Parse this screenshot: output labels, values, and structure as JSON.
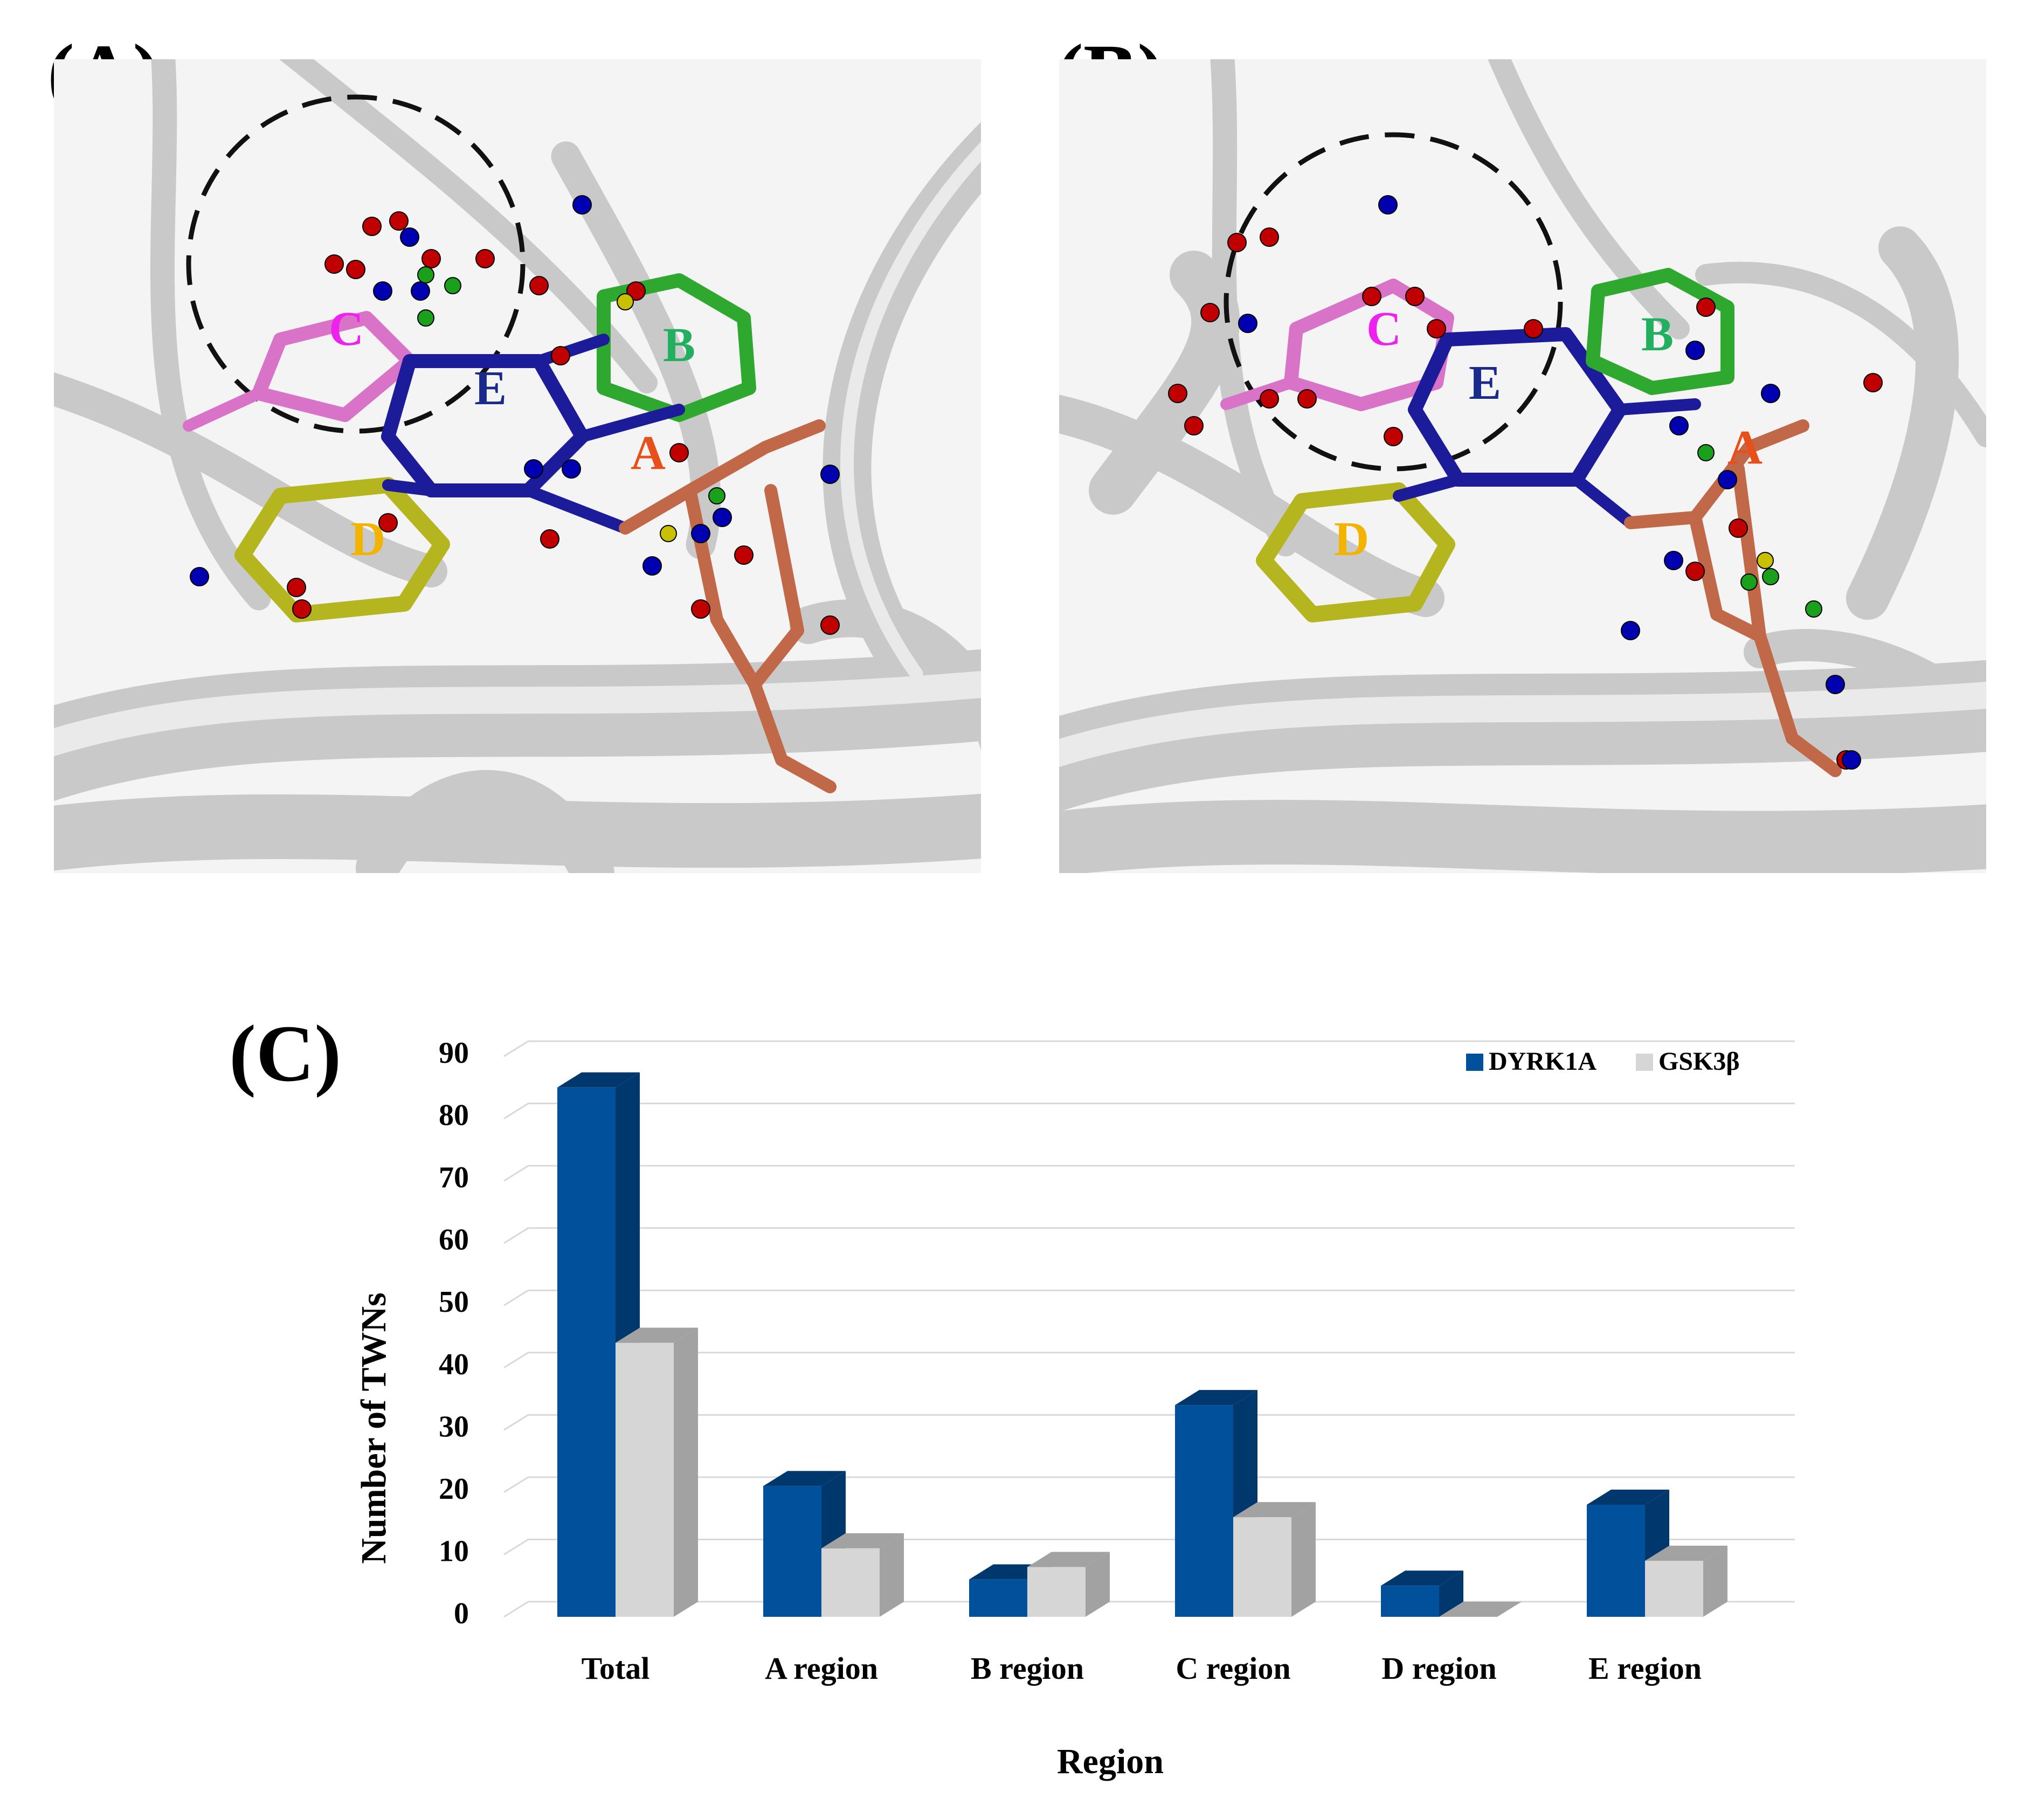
{
  "panels": {
    "a": {
      "label": "(A)"
    },
    "b": {
      "label": "(B)"
    },
    "c": {
      "label": "(C)"
    }
  },
  "rings": {
    "a": {
      "A": "A",
      "B": "B",
      "C": "C",
      "D": "D",
      "E": "E"
    },
    "b": {
      "A": "A",
      "B": "B",
      "C": "C",
      "D": "D",
      "E": "E"
    }
  },
  "colors": {
    "dyrk1a": "#00509b",
    "dyrk1a_side": "#00386e",
    "gsk3b": "#d6d6d6",
    "gsk3b_side": "#a2a2a2",
    "ring_A": "#c06848",
    "ring_B": "#2fa82f",
    "ring_C": "#d873c8",
    "ring_D": "#b5b520",
    "ring_E": "#1c1c9a",
    "label_A": "#e8501a",
    "label_B": "#22b060",
    "label_C": "#ee22ee",
    "label_D": "#f2b400",
    "label_E": "#1a2a8a"
  },
  "chart_data": {
    "type": "bar",
    "title": "",
    "xlabel": "Region",
    "ylabel": "Number of TWNs",
    "ylim": [
      0,
      90
    ],
    "yticks": [
      0,
      10,
      20,
      30,
      40,
      50,
      60,
      70,
      80,
      90
    ],
    "grid": true,
    "legend_position": "top-right",
    "categories": [
      "Total",
      "A region",
      "B region",
      "C region",
      "D region",
      "E region"
    ],
    "series": [
      {
        "name": "DYRK1A",
        "values": [
          85,
          21,
          6,
          34,
          5,
          18
        ]
      },
      {
        "name": "GSK3β",
        "values": [
          44,
          11,
          8,
          16,
          0,
          9
        ]
      }
    ]
  }
}
